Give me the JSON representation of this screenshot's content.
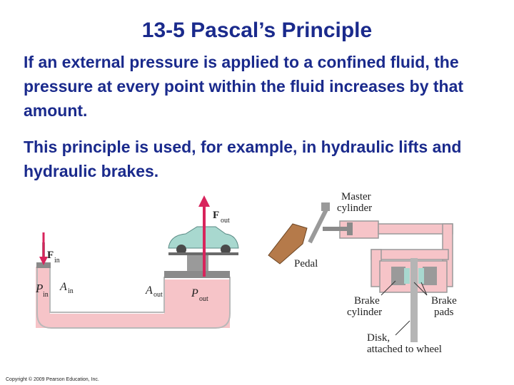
{
  "slide": {
    "title": "13-5 Pascal’s Principle",
    "paragraph1": "If an external pressure is applied to a confined fluid, the pressure at every point within the fluid increases by that amount.",
    "paragraph2": "This principle is used, for example, in hydraulic lifts and hydraulic brakes.",
    "copyright": "Copyright © 2009 Pearson Education, Inc."
  },
  "lift_figure": {
    "f_in_symbol": "F",
    "f_in_sub": "in",
    "f_out_symbol": "F",
    "f_out_sub": "out",
    "p_in_symbol": "P",
    "p_in_sub": "in",
    "a_in_symbol": "A",
    "a_in_sub": "in",
    "a_out_symbol": "A",
    "a_out_sub": "out",
    "p_out_symbol": "P",
    "p_out_sub": "out"
  },
  "brake_figure": {
    "master_line1": "Master",
    "master_line2": "cylinder",
    "pedal": "Pedal",
    "brake_cyl_line1": "Brake",
    "brake_cyl_line2": "cylinder",
    "brake_pads_line1": "Brake",
    "brake_pads_line2": "pads",
    "disk_line1": "Disk,",
    "disk_line2": "attached to wheel"
  },
  "colors": {
    "title": "#1a2a8c",
    "fluid": "#f6c4c8",
    "arrow": "#d8245c"
  }
}
